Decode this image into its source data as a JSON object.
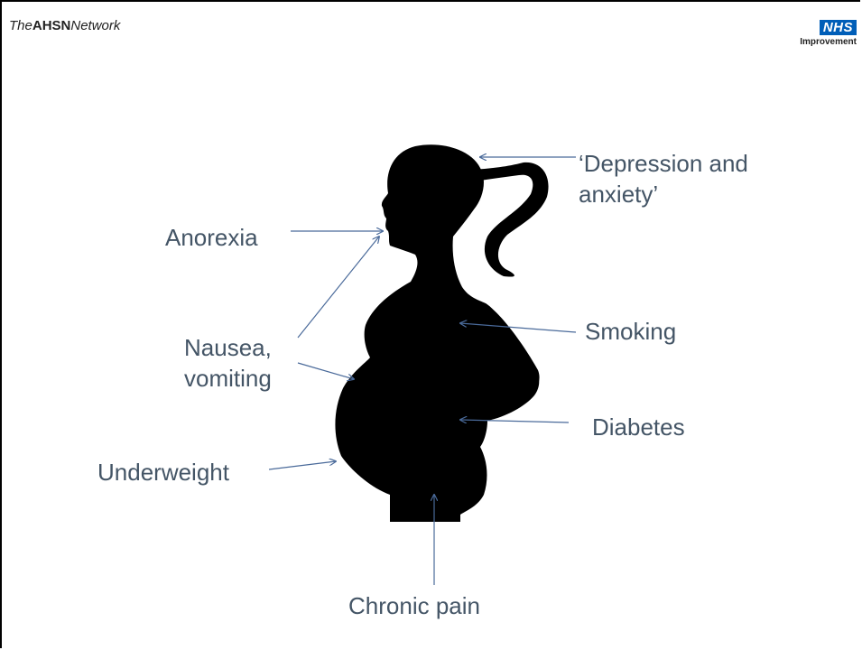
{
  "header": {
    "brand_prefix": "The",
    "brand_bold": "AHSN",
    "brand_suffix": "Network",
    "nhs_badge": "NHS",
    "nhs_subtitle": "Improvement"
  },
  "labels": {
    "depression_line1": "‘Depression and",
    "depression_line2": "anxiety’",
    "anorexia": "Anorexia",
    "smoking": "Smoking",
    "nausea_line1": "Nausea,",
    "nausea_line2": "vomiting",
    "diabetes": "Diabetes",
    "underweight": "Underweight",
    "chronic_pain": "Chronic pain"
  },
  "colors": {
    "label_text": "#445566",
    "arrow": "#4a6a9a",
    "silhouette": "#000000",
    "nhs_blue": "#005eb8"
  }
}
